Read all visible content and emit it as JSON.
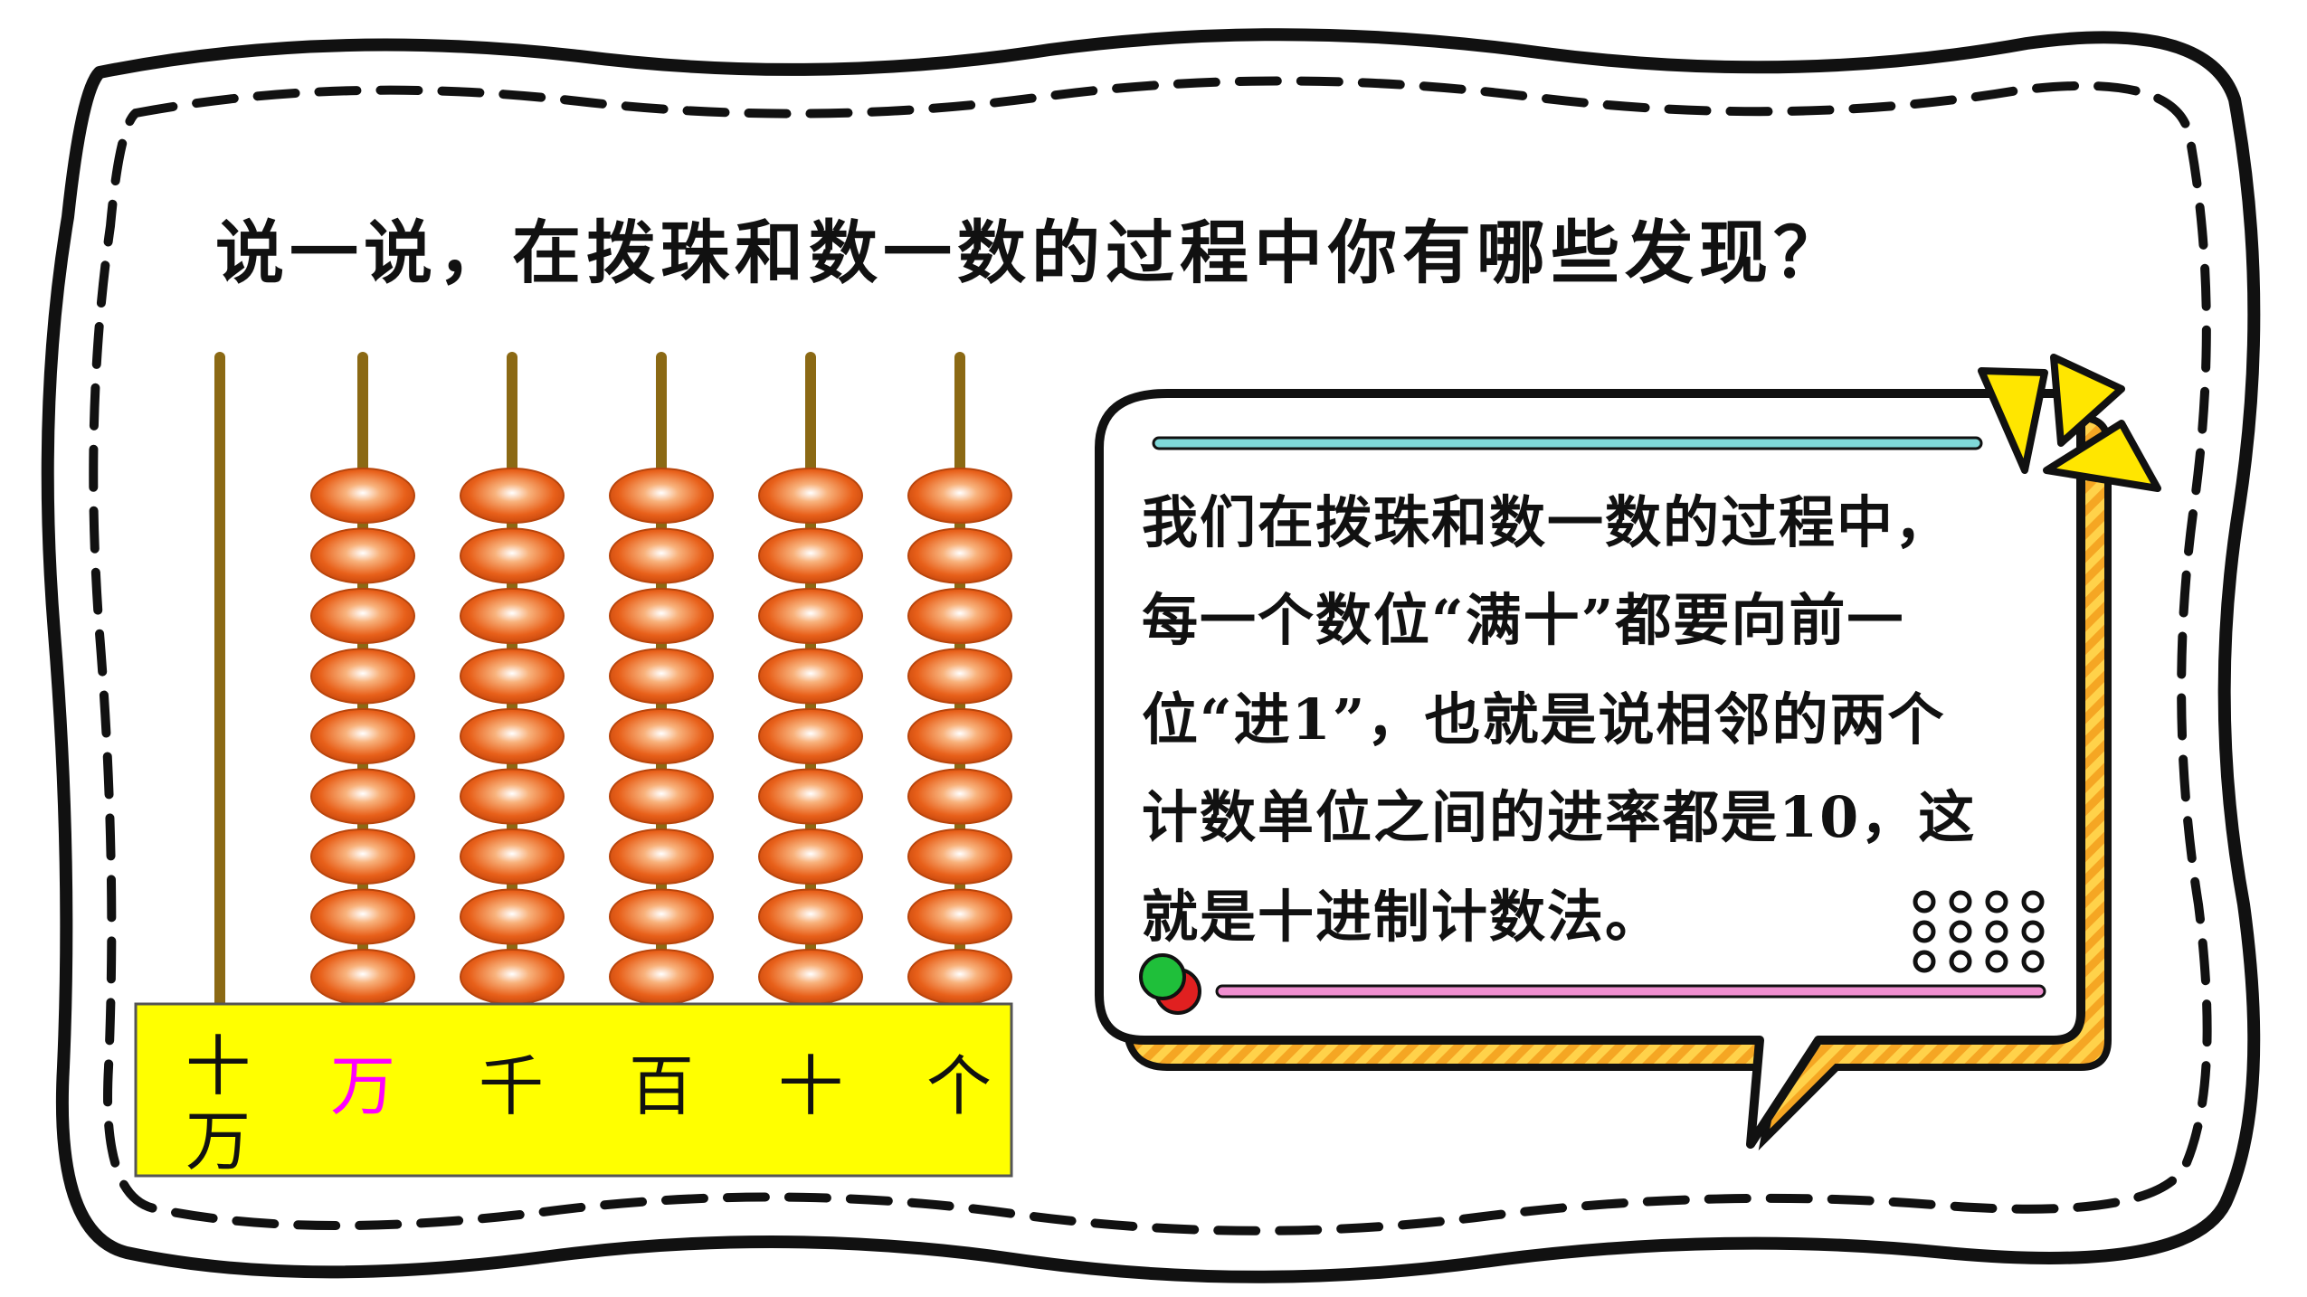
{
  "question": "说一说，在拨珠和数一数的过程中你有哪些发现？",
  "abacus": {
    "places": [
      {
        "label": "十\n万",
        "line1": "十",
        "line2": "万",
        "beads": 0,
        "color": "#111111"
      },
      {
        "label": "万",
        "beads": 9,
        "color": "#ff00ff"
      },
      {
        "label": "千",
        "beads": 9,
        "color": "#111111"
      },
      {
        "label": "百",
        "beads": 9,
        "color": "#111111"
      },
      {
        "label": "十",
        "beads": 9,
        "color": "#111111"
      },
      {
        "label": "个",
        "beads": 9,
        "color": "#111111"
      }
    ],
    "base_color": "#ffff00",
    "rod_color": "#8b6914",
    "bead_color": "#e8601a"
  },
  "bubble": {
    "lines": [
      "我们在拨珠和数一数的过程中，",
      "每一个数位“满十”都要向前一",
      "位“进1”，也就是说相邻的两个",
      "计数单位之间的进率都是10，这",
      "就是十进制计数法。"
    ],
    "accent_colors": {
      "border": "#111111",
      "shadow_stripe": "#f5a623",
      "flag": "#ffe600",
      "top_bar": "#7fd8d8",
      "bottom_bar": "#f08fd0",
      "dot_green": "#1fbf3a",
      "dot_red": "#e02020"
    }
  }
}
